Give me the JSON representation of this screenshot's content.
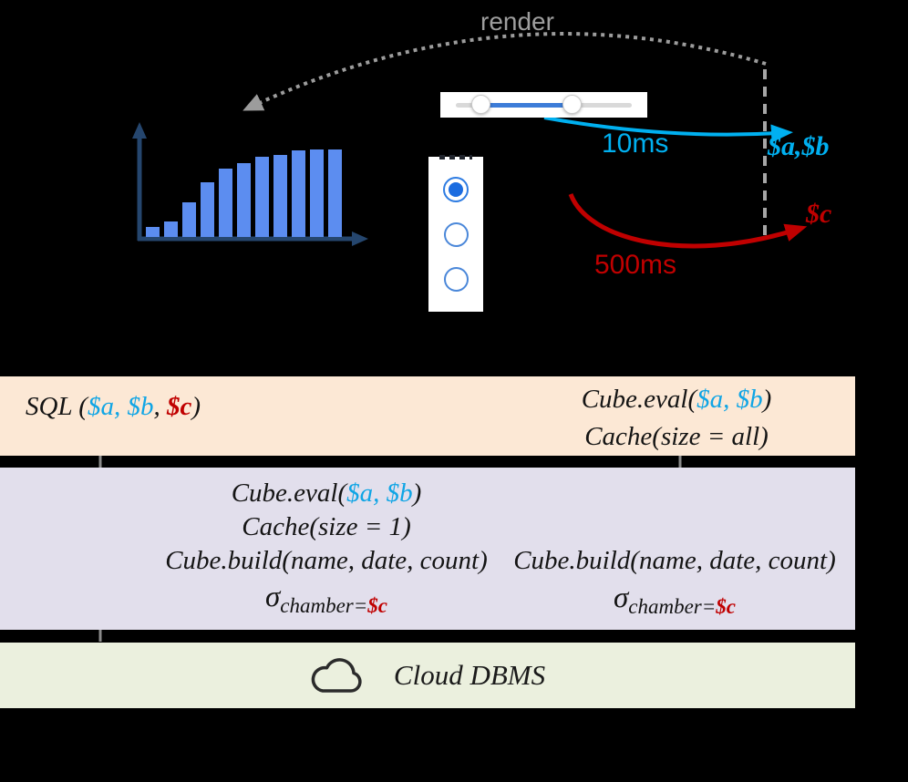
{
  "colors": {
    "background": "#000000",
    "bar_fill": "#5c8df0",
    "axis": "#25466e",
    "accent_blue": "#00b0f0",
    "accent_red": "#c00000",
    "connector_gray": "#9c9c9c",
    "interface_box": "#fce8d5",
    "middleware_box": "#e2dfec",
    "dbms_box": "#ebf0de",
    "slider_range": "#3c7cd8",
    "radio_selected": "#1b6ce0"
  },
  "annotations": {
    "render": "render",
    "fast_latency": "10ms",
    "slow_latency": "500ms",
    "fast_params": "$a,$b",
    "slow_param": "$c"
  },
  "histogram": {
    "type": "bar",
    "values": [
      11,
      17,
      38,
      60,
      75,
      81,
      88,
      90,
      95,
      96,
      96
    ]
  },
  "slider": {
    "handle_positions_pct": [
      14,
      66
    ]
  },
  "radio_group": {
    "options": [
      {
        "selected": true
      },
      {
        "selected": false
      },
      {
        "selected": false
      }
    ]
  },
  "interface": {
    "sql": {
      "pre": "SQL (",
      "a": "$a,",
      "s1": " ",
      "b": "$b",
      "s2": ", ",
      "c": "$c",
      "post": ")"
    },
    "eval": {
      "pre": "Cube.eval(",
      "args": "$a, $b",
      "post": ")"
    },
    "cache": "Cache(size = all)"
  },
  "middleware": {
    "left": {
      "eval": {
        "pre": "Cube.eval(",
        "args": "$a, $b",
        "post": ")"
      },
      "cache": "Cache(size = 1)",
      "build": "Cube.build(name, date, count)",
      "sigma": {
        "sym": "σ",
        "sub": "chamber=",
        "c": "$c"
      }
    },
    "right": {
      "build": "Cube.build(name, date, count)",
      "sigma": {
        "sym": "σ",
        "sub": "chamber=",
        "c": "$c"
      }
    }
  },
  "dbms": {
    "label": "Cloud DBMS"
  }
}
